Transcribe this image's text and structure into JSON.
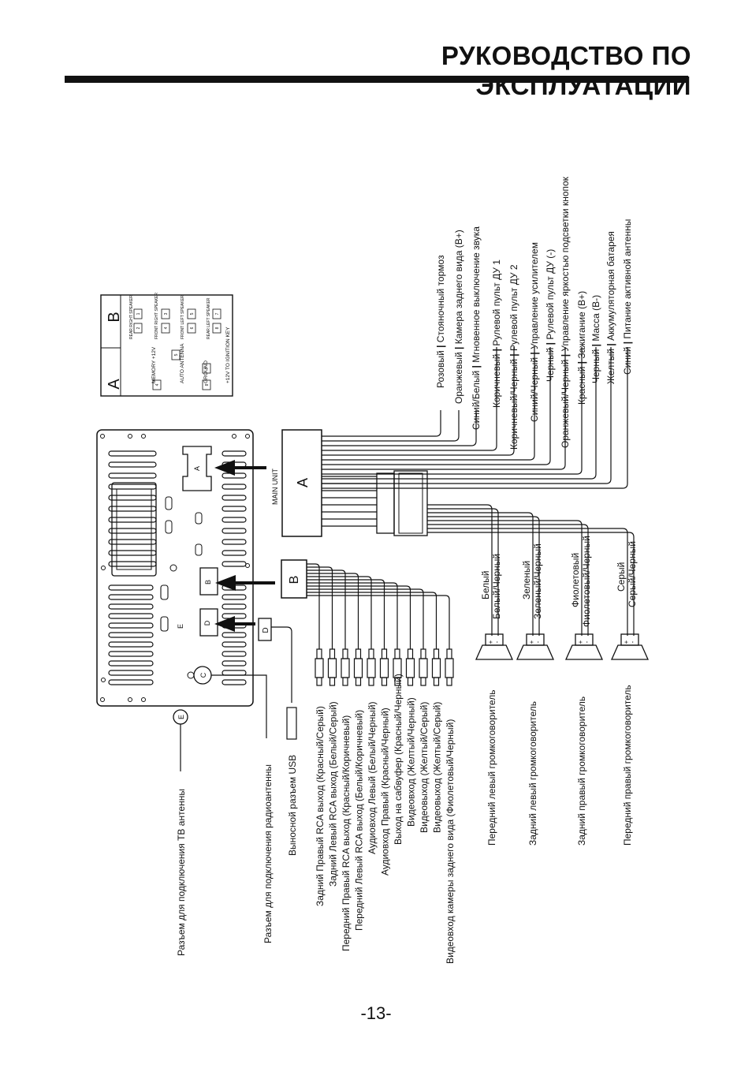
{
  "header": {
    "title": "РУКОВОДСТВО ПО ЭКСПЛУАТАЦИИ"
  },
  "footer": {
    "page_number": "-13-"
  },
  "head_unit": {
    "connector_labels": [
      "A",
      "B",
      "D",
      "E",
      "C"
    ]
  },
  "connector_a": {
    "label": "A",
    "plug_label": "MAIN UNIT",
    "wires": [
      {
        "color": "Розовый",
        "function": "Стояночный тормоз"
      },
      {
        "color": "Оранжевый",
        "function": "Камера заднего вида (B+)"
      },
      {
        "color": "Синий/Белый",
        "function": "Мгновенное выключение звука"
      },
      {
        "color": "Коричневый",
        "function": "Рулевой пульт ДУ 1"
      },
      {
        "color": "Коричневый/Черный",
        "function": "Рулевой пульт ДУ  2"
      },
      {
        "color": "Синий/Черный",
        "function": "Управление усилителем"
      },
      {
        "color": "Черный",
        "function": "Рулевой пульт ДУ (-)"
      },
      {
        "color": "Оранжевый/Черный",
        "function": "Управление яркостью подсветки кнопок"
      },
      {
        "color": "Красный",
        "function": "Зажигание (B+)"
      },
      {
        "color": "Черный",
        "function": "Масса (B-)"
      },
      {
        "color": "Желтый",
        "function": "Аккумуляторная батарея"
      },
      {
        "color": "Синий",
        "function": "Питание активной антенны"
      }
    ],
    "speaker_wires": [
      {
        "color": "Белый"
      },
      {
        "color": "Белый/Черный"
      },
      {
        "color": "Зеленый"
      },
      {
        "color": "Зеленый/Черный"
      },
      {
        "color": "Фиолетовый"
      },
      {
        "color": "Фиолетовый/Черный"
      },
      {
        "color": "Серый"
      },
      {
        "color": "Серый/Черный"
      }
    ],
    "speakers": [
      "Передний левый громкоговоритель",
      "Задний левый громкоговоритель",
      "Задний правый громкоговоритель",
      "Передний правый громкоговоритель"
    ],
    "speaker_polarity": [
      "+",
      "-"
    ]
  },
  "connector_b": {
    "label": "B",
    "rca": [
      "Задний Правый RCA выход (Красный/Серый)",
      "Задний Левый RCA выход (Белый/Серый)",
      "Передний Правый RCA выход (Красный/Коричневый)",
      "Передний Левый RCA выход (Белый/Коричневый)",
      "Аудиовход Левый (Белый/Черный)",
      "Аудиовход Правый (Красный/Черный)",
      "Выход на сабвуфер (Красный/Черный)",
      "Видеовход (Желтый/Черный)",
      "Видеовыход (Желтый/Серый)",
      "Видеовыход (Желтый/Серый)",
      "Видеовход камеры заднего вида (Фиолетовый/Черный)"
    ]
  },
  "connector_d": {
    "label": "D",
    "usb": "Выносной разъем USB"
  },
  "connector_c": {
    "label": "C",
    "radio": "Разъем для подключения радиоантенны"
  },
  "connector_e": {
    "label": "E",
    "tv": "Разъем для подключения ТВ антенны"
  },
  "pinout": {
    "a_label": "A",
    "b_label": "B",
    "a_pins": [
      "MEMORY +12V",
      "AUTO ANTENNA",
      "GROUND",
      "+12V TO IGNITION KEY"
    ],
    "b_pins": [
      "REAR RIGHT SPEAKER",
      "FRONT RIGHT SPEAKER",
      "FRONT LEFT SPEAKER",
      "REAR LEFT SPEAKER"
    ],
    "pin_numbers": [
      "4",
      "5",
      "8",
      "7",
      "1",
      "2",
      "3",
      "4",
      "5",
      "6",
      "7",
      "8"
    ]
  }
}
